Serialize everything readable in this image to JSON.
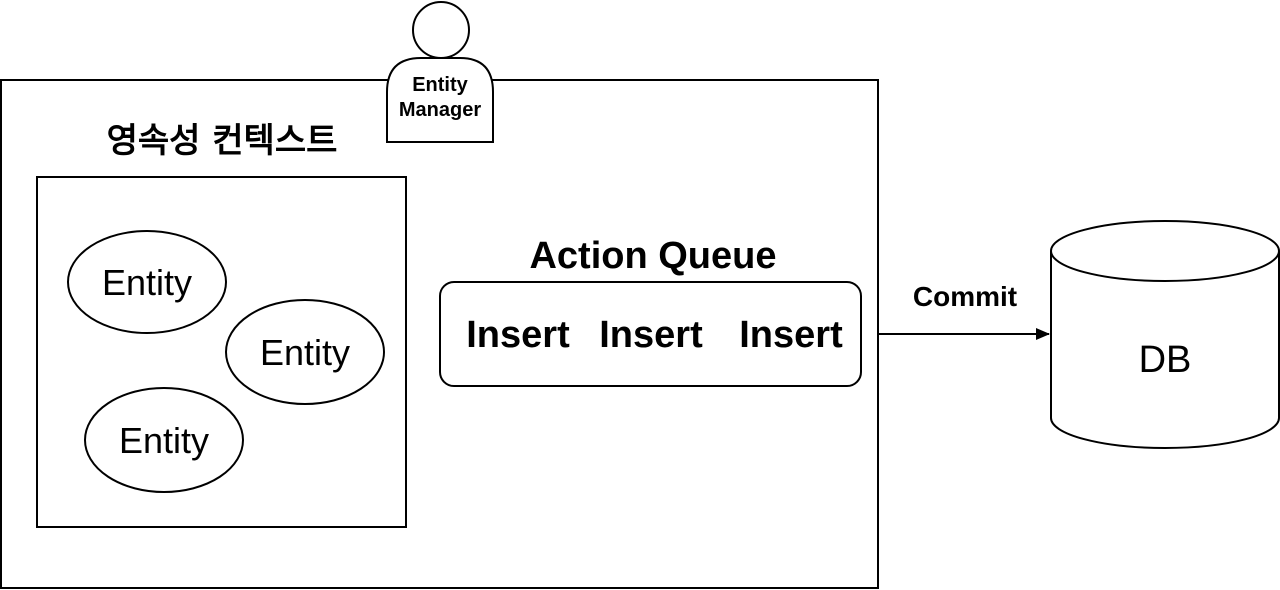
{
  "persistence_context": {
    "title": "영속성 컨텍스트",
    "entities": [
      "Entity",
      "Entity",
      "Entity"
    ]
  },
  "entity_manager": {
    "label_line1": "Entity",
    "label_line2": "Manager"
  },
  "action_queue": {
    "title": "Action Queue",
    "items": [
      "Insert",
      "Insert",
      "Insert"
    ]
  },
  "commit": {
    "label": "Commit"
  },
  "database": {
    "label": "DB"
  },
  "colors": {
    "stroke": "#000000",
    "background": "#ffffff"
  }
}
